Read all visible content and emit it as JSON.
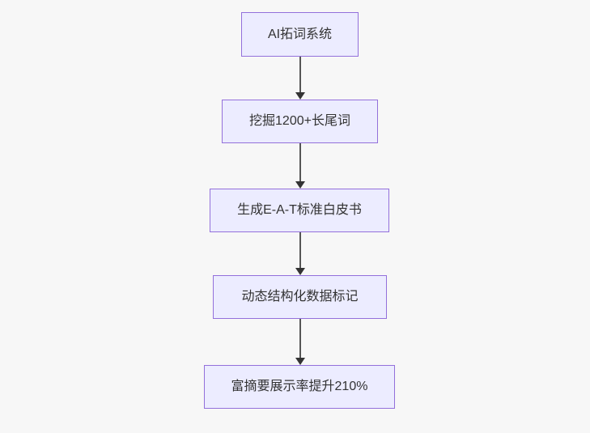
{
  "diagram": {
    "type": "flowchart",
    "direction": "top-down",
    "background_color": "#f7f7f7",
    "node_style": {
      "fill": "#ECECFF",
      "border": "#9370DB",
      "text_color": "#333333"
    },
    "edge_style": {
      "line_color": "#555555",
      "arrowhead_color": "#333333",
      "arrowhead": "triangle-down"
    },
    "nodes": [
      {
        "label": "AI拓词系统"
      },
      {
        "label": "挖掘1200+长尾词"
      },
      {
        "label": "生成E-A-T标准白皮书"
      },
      {
        "label": "动态结构化数据标记"
      },
      {
        "label": "富摘要展示率提升210%"
      }
    ],
    "edges": [
      {
        "from": 0,
        "to": 1
      },
      {
        "from": 1,
        "to": 2
      },
      {
        "from": 2,
        "to": 3
      },
      {
        "from": 3,
        "to": 4
      }
    ]
  }
}
